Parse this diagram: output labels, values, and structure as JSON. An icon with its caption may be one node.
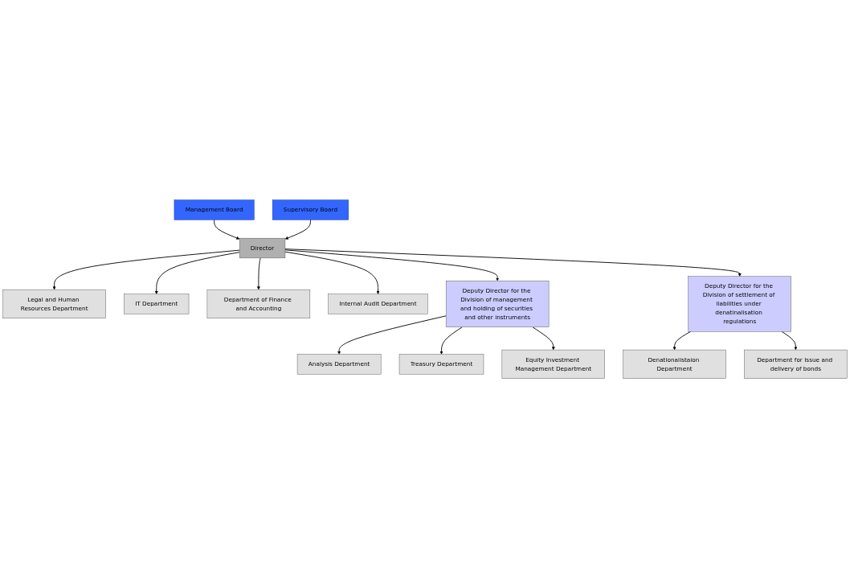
{
  "diagram": {
    "nodes": [
      {
        "text": [
          "Management Board"
        ]
      },
      {
        "text": [
          "Supervisory Board"
        ]
      },
      {
        "text": [
          "Director"
        ]
      },
      {
        "text": [
          "Legal and Human Resources Department"
        ]
      },
      {
        "text": [
          "IT Department"
        ]
      },
      {
        "text": [
          "Department of Finance and Accounting"
        ]
      },
      {
        "text": [
          "Internal Audit Department"
        ]
      },
      {
        "text": [
          "Deputy Director for the Division of management and holding of securities and other instruments"
        ]
      },
      {
        "text": [
          "Deputy Director for the Division of settlement of liabilities under denatinalisation regulations"
        ]
      },
      {
        "text": [
          "Analysis Department"
        ]
      },
      {
        "text": [
          "Treasury Department"
        ]
      },
      {
        "text": [
          "Equity Investment Management Department"
        ]
      },
      {
        "text": [
          "Denationalistaion Department"
        ]
      },
      {
        "text": [
          "Department for Issue and delivery of bonds"
        ]
      }
    ],
    "edges": [
      {
        "from": 0,
        "to": 2,
        "arrow": "to"
      },
      {
        "from": 1,
        "to": 2,
        "arrow": "to"
      },
      {
        "from": 2,
        "to": 3,
        "arrow": "to"
      },
      {
        "from": 2,
        "to": 4,
        "arrow": "to"
      },
      {
        "from": 2,
        "to": 5,
        "arrow": "to"
      },
      {
        "from": 2,
        "to": 6,
        "arrow": "to"
      },
      {
        "from": 2,
        "to": 7,
        "arrow": "to"
      },
      {
        "from": 2,
        "to": 8,
        "arrow": "to"
      },
      {
        "from": 7,
        "to": 9,
        "arrow": "to"
      },
      {
        "from": 7,
        "to": 10,
        "arrow": "to"
      },
      {
        "from": 7,
        "to": 11,
        "arrow": "to"
      },
      {
        "from": 8,
        "to": 12,
        "arrow": "to"
      },
      {
        "from": 8,
        "to": 13,
        "arrow": "to"
      }
    ]
  }
}
